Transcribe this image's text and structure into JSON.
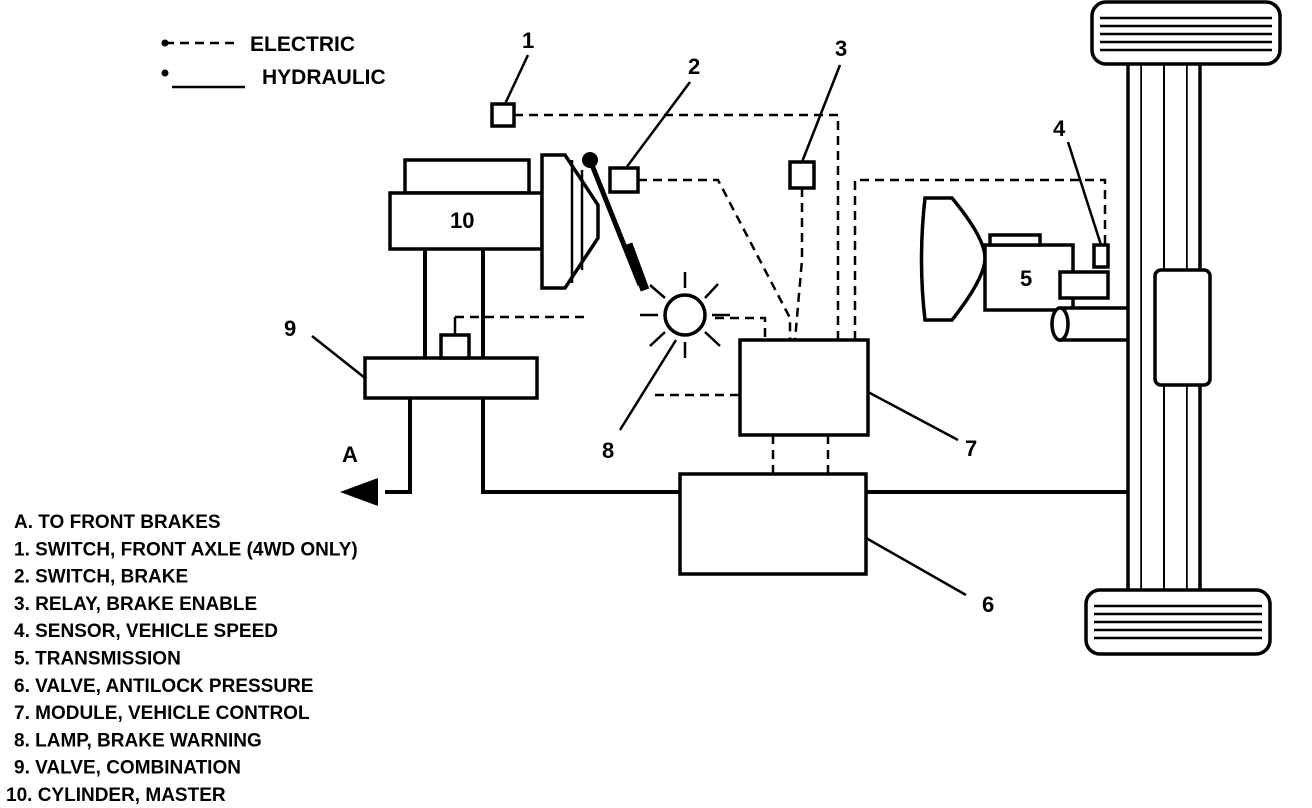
{
  "legend": {
    "electric": "ELECTRIC",
    "hydraulic": "HYDRAULIC"
  },
  "callouts": {
    "c1": "1",
    "c2": "2",
    "c3": "3",
    "c4": "4",
    "c5": "5",
    "c6": "6",
    "c7": "7",
    "c8": "8",
    "c9": "9",
    "c10": "10",
    "cA": "A"
  },
  "key": [
    "A.  TO FRONT BRAKES",
    "1.  SWITCH, FRONT AXLE (4WD ONLY)",
    "2.  SWITCH, BRAKE",
    "3.  RELAY, BRAKE ENABLE",
    "4.  SENSOR, VEHICLE SPEED",
    "5.  TRANSMISSION",
    "6.  VALVE, ANTILOCK PRESSURE",
    "7.  MODULE, VEHICLE CONTROL",
    "8.  LAMP, BRAKE WARNING",
    "9.  VALVE, COMBINATION",
    "10. CYLINDER, MASTER"
  ]
}
